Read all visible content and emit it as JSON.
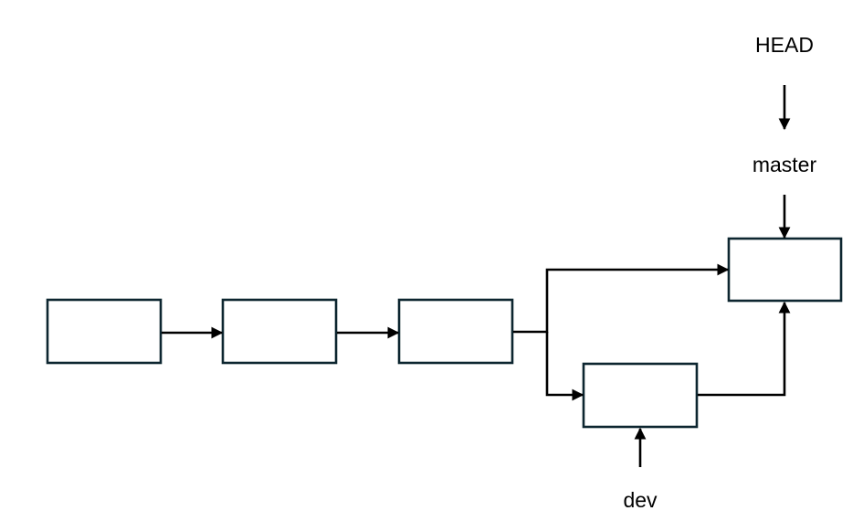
{
  "diagram": {
    "refs": {
      "head": "HEAD",
      "master": "master",
      "dev": "dev"
    },
    "colors": {
      "box_stroke": "#0d2630",
      "line": "#000000",
      "background": "#ffffff"
    },
    "commits": [
      "commit-1",
      "commit-2",
      "commit-3",
      "master-commit",
      "dev-commit"
    ],
    "edges": [
      {
        "from": "commit-1",
        "to": "commit-2"
      },
      {
        "from": "commit-2",
        "to": "commit-3"
      },
      {
        "from": "commit-3",
        "to": "master-commit"
      },
      {
        "from": "commit-3",
        "to": "dev-commit"
      },
      {
        "from": "dev-commit",
        "to": "master-commit"
      },
      {
        "from": "head",
        "to": "master"
      },
      {
        "from": "master",
        "to": "master-commit"
      },
      {
        "from": "dev",
        "to": "dev-commit"
      }
    ]
  }
}
